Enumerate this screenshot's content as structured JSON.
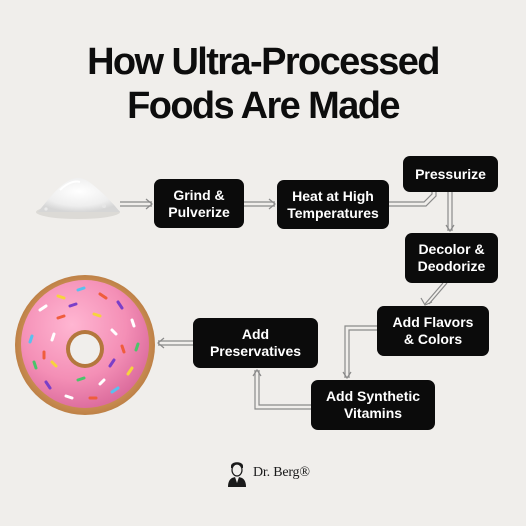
{
  "title": {
    "line1": "How Ultra-Processed",
    "line2": "Foods Are Made"
  },
  "steps": [
    {
      "line1": "Grind &",
      "line2": "Pulverize"
    },
    {
      "line1": "Heat at High",
      "line2": "Temperatures"
    },
    {
      "line1": "Pressurize",
      "line2": ""
    },
    {
      "line1": "Decolor &",
      "line2": "Deodorize"
    },
    {
      "line1": "Add Flavors",
      "line2": "& Colors"
    },
    {
      "line1": "Add Synthetic",
      "line2": "Vitamins"
    },
    {
      "line1": "Add",
      "line2": "Preservatives"
    }
  ],
  "images": {
    "input": "flour-powder-pile",
    "output": "pink-sprinkle-donut"
  },
  "brand": {
    "name": "Dr. Berg®",
    "icon": "dr-berg-portrait-icon"
  },
  "colors": {
    "background": "#f0eeeb",
    "step_fill": "#0b0b0b",
    "step_text": "#ffffff",
    "donut_icing": "#f48fb6",
    "donut_dough": "#c9884a",
    "connector": "#8a8a8a"
  }
}
